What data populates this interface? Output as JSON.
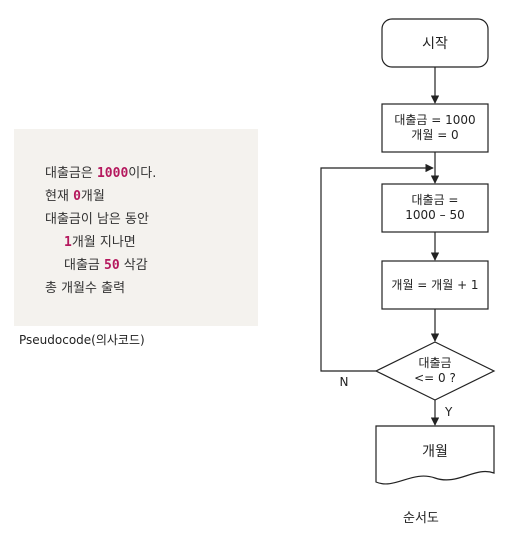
{
  "pseudocode": {
    "lines": [
      {
        "before": "대출금은 ",
        "highlight": "1000",
        "after": "이다."
      },
      {
        "before": "현재 ",
        "highlight": "0",
        "after": "개월"
      },
      {
        "before": "대출금이 남은 동안",
        "highlight": "",
        "after": ""
      },
      {
        "before": "",
        "highlight": "1",
        "after": "개월 지나면"
      },
      {
        "before": "대출금 ",
        "highlight": "50",
        "after": " 삭감"
      },
      {
        "before": "총 개월수 출력",
        "highlight": "",
        "after": ""
      }
    ],
    "caption": "Pseudocode(의사코드)"
  },
  "flowchart": {
    "start": "시작",
    "init_line1": "대출금 = 1000",
    "init_line2": "개월 = 0",
    "subtract_line1": "대출금 =",
    "subtract_line2": "1000 – 50",
    "increment": "개월 = 개월 + 1",
    "decision_line1": "대출금",
    "decision_line2": "<= 0 ?",
    "no_label": "N",
    "yes_label": "Y",
    "output": "개월",
    "caption": "순서도"
  },
  "colors": {
    "highlight": "#b5195e",
    "pseudo_background": "#f4f2ee",
    "line": "#222222"
  }
}
